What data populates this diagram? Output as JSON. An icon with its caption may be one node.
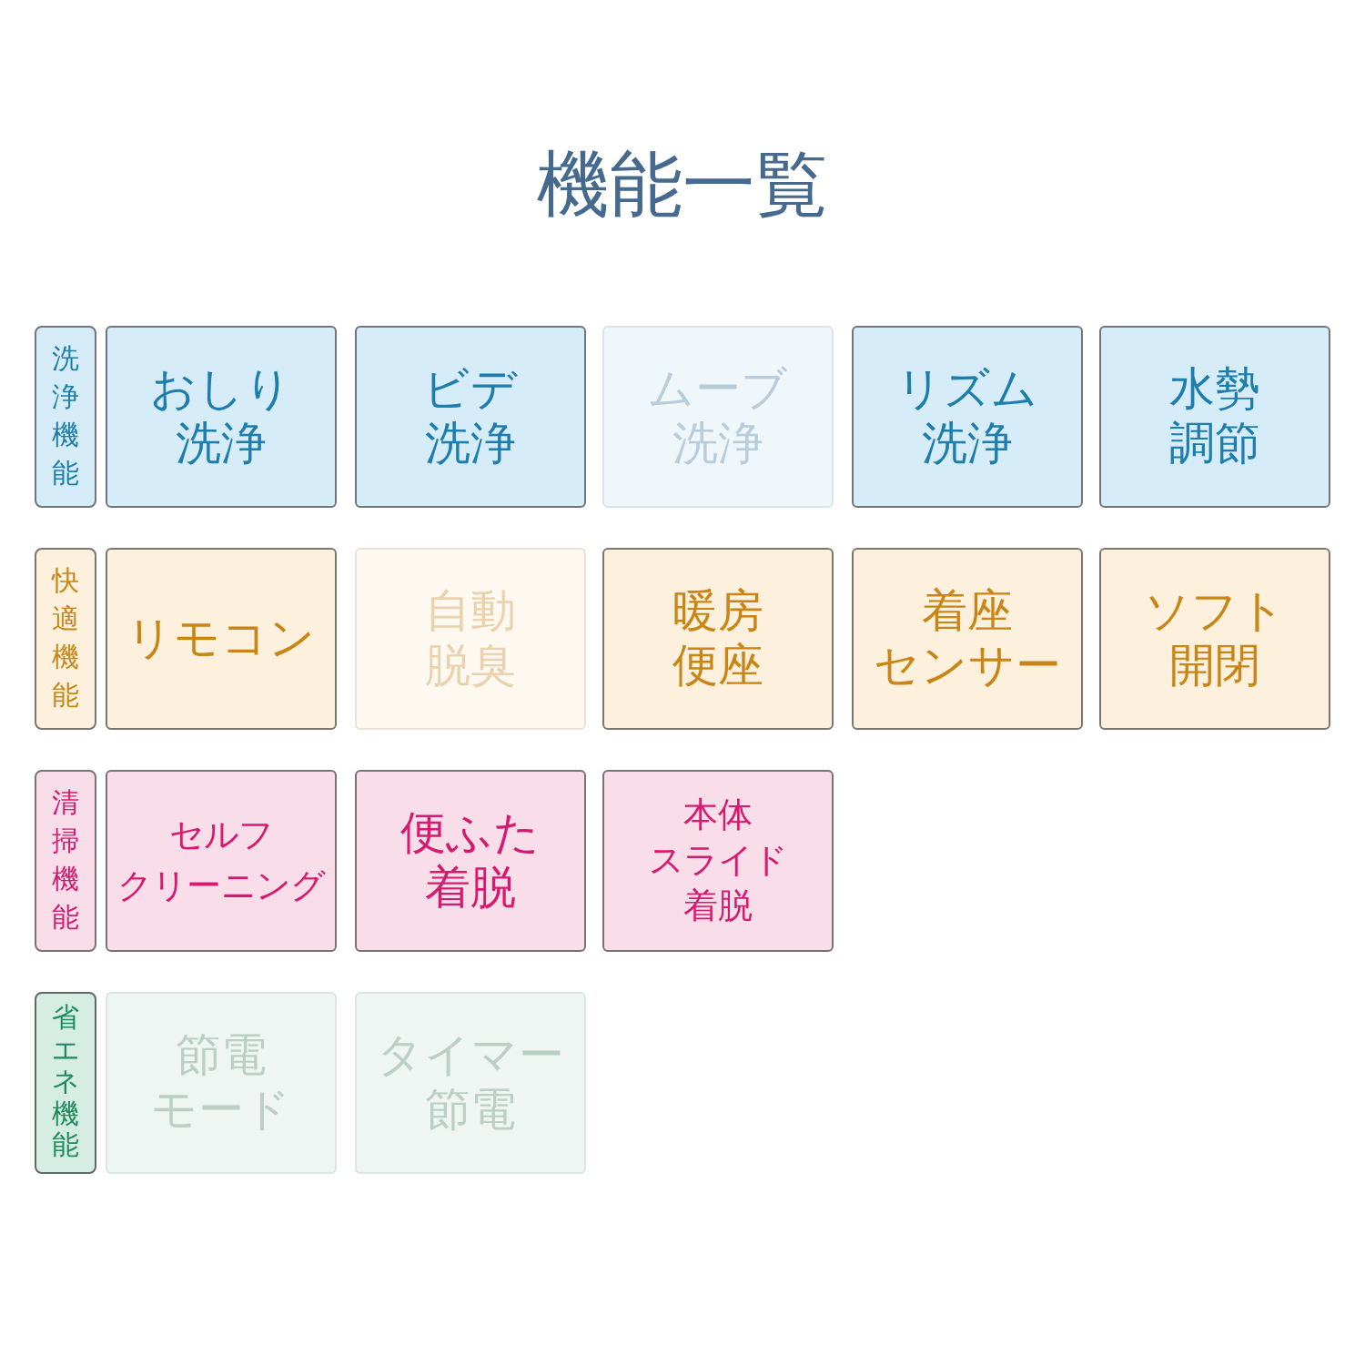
{
  "diagram": {
    "title": "機能一覧",
    "nodes": [
      {
        "text": [
          "洗浄機能"
        ]
      },
      {
        "text": [
          "おしり洗浄"
        ]
      },
      {
        "text": [
          "ビデ洗浄"
        ]
      },
      {
        "text": [
          "ムーブ洗浄"
        ]
      },
      {
        "text": [
          "リズム洗浄"
        ]
      },
      {
        "text": [
          "水勢調節"
        ]
      },
      {
        "text": [
          "快適機能"
        ]
      },
      {
        "text": [
          "リモコン"
        ]
      },
      {
        "text": [
          "自動脱臭"
        ]
      },
      {
        "text": [
          "暖房便座"
        ]
      },
      {
        "text": [
          "着座センサー"
        ]
      },
      {
        "text": [
          "ソフト開閉"
        ]
      },
      {
        "text": [
          "清掃機能"
        ]
      },
      {
        "text": [
          "セルフクリーニング"
        ]
      },
      {
        "text": [
          "便ふた着脱"
        ]
      },
      {
        "text": [
          "本体スライド着脱"
        ]
      },
      {
        "text": [
          "省エネ機能"
        ]
      },
      {
        "text": [
          "節電モード"
        ]
      },
      {
        "text": [
          "タイマー節電"
        ]
      }
    ]
  }
}
